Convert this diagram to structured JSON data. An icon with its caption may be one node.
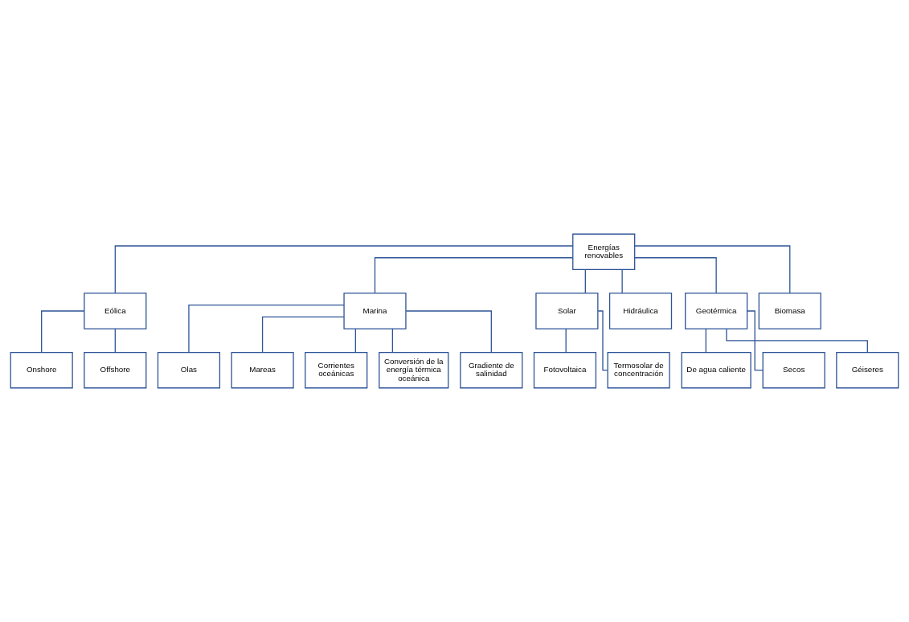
{
  "diagram": {
    "nodes": [
      {
        "text": [
          "Energías renovables"
        ]
      },
      {
        "text": [
          "Eólica"
        ]
      },
      {
        "text": [
          "Marina"
        ]
      },
      {
        "text": [
          "Solar"
        ]
      },
      {
        "text": [
          "Hidráulica"
        ]
      },
      {
        "text": [
          "Geotérmica"
        ]
      },
      {
        "text": [
          "Biomasa"
        ]
      },
      {
        "text": [
          "Onshore"
        ]
      },
      {
        "text": [
          "Offshore"
        ]
      },
      {
        "text": [
          "Olas"
        ]
      },
      {
        "text": [
          "Mareas"
        ]
      },
      {
        "text": [
          "Corrientes oceánicas"
        ]
      },
      {
        "text": [
          "Conversión de la energía térmica oceánica"
        ]
      },
      {
        "text": [
          "Gradiente de salinidad"
        ]
      },
      {
        "text": [
          "Fotovoltaica"
        ]
      },
      {
        "text": [
          "Termosolar de concentración"
        ]
      },
      {
        "text": [
          "De agua caliente"
        ]
      },
      {
        "text": [
          "Secos"
        ]
      },
      {
        "text": [
          "Géiseres"
        ]
      }
    ],
    "edges": [
      {
        "from": 0,
        "to": 1,
        "arrow": "none"
      },
      {
        "from": 0,
        "to": 2,
        "arrow": "none"
      },
      {
        "from": 0,
        "to": 3,
        "arrow": "none"
      },
      {
        "from": 0,
        "to": 4,
        "arrow": "none"
      },
      {
        "from": 0,
        "to": 5,
        "arrow": "none"
      },
      {
        "from": 0,
        "to": 6,
        "arrow": "none"
      },
      {
        "from": 1,
        "to": 7,
        "arrow": "none"
      },
      {
        "from": 1,
        "to": 8,
        "arrow": "none"
      },
      {
        "from": 2,
        "to": 9,
        "arrow": "none"
      },
      {
        "from": 2,
        "to": 10,
        "arrow": "none"
      },
      {
        "from": 2,
        "to": 11,
        "arrow": "none"
      },
      {
        "from": 2,
        "to": 12,
        "arrow": "none"
      },
      {
        "from": 2,
        "to": 13,
        "arrow": "none"
      },
      {
        "from": 3,
        "to": 14,
        "arrow": "none"
      },
      {
        "from": 3,
        "to": 15,
        "arrow": "none"
      },
      {
        "from": 5,
        "to": 16,
        "arrow": "none"
      },
      {
        "from": 5,
        "to": 17,
        "arrow": "none"
      },
      {
        "from": 5,
        "to": 18,
        "arrow": "none"
      }
    ]
  }
}
